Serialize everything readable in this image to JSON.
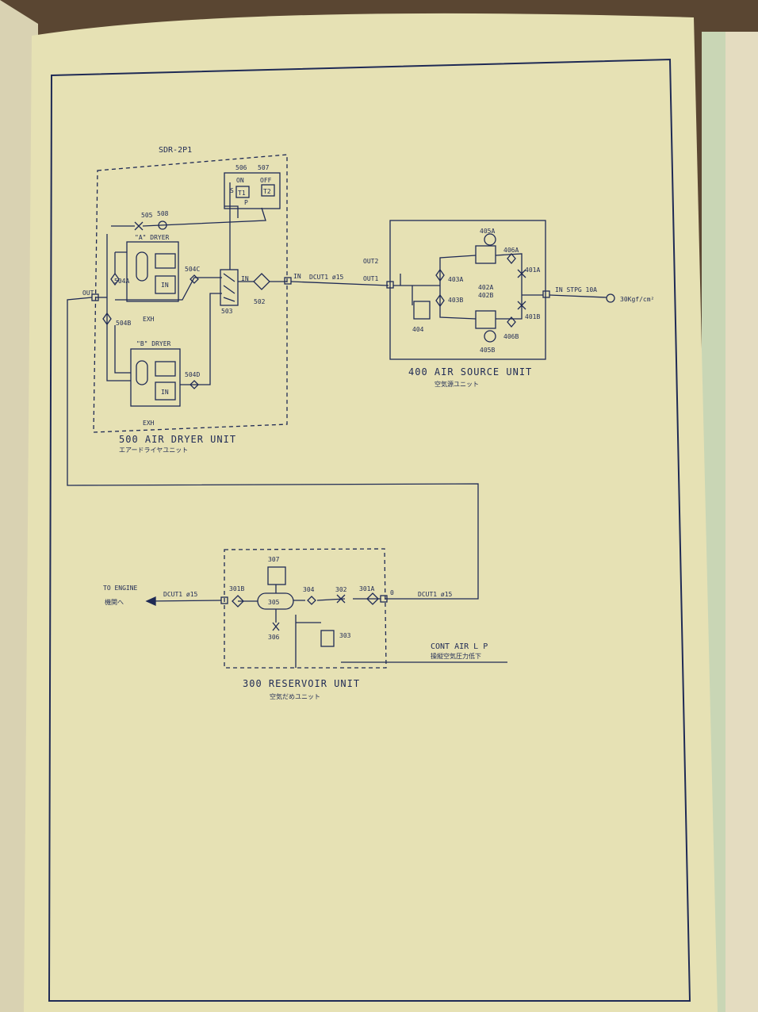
{
  "colors": {
    "ink": "#1f2a55",
    "paper": "#e6e1b4",
    "page_edge": "#cfc58d"
  },
  "diagram": {
    "dryer_unit": {
      "model": "SDR-2P1",
      "title": "500 AIR DRYER UNIT",
      "subtitle": "エアードライヤユニット",
      "dryer_a": "\"A\" DRYER",
      "dryer_b": "\"B\" DRYER",
      "exh": "EXH",
      "in": "IN",
      "out": "OUT",
      "on": "ON",
      "off": "OFF",
      "t1": "T1",
      "t2": "T2",
      "s": "S",
      "p": "P",
      "tags": {
        "t505": "505",
        "t508": "508",
        "t506": "506",
        "t507": "507",
        "t504a": "504A",
        "t504b": "504B",
        "t504c": "504C",
        "t504d": "504D",
        "t503": "503",
        "t502": "502"
      }
    },
    "pipe_label": "DCUT1 ø15",
    "source_unit": {
      "title": "400 AIR SOURCE UNIT",
      "subtitle": "空気源ユニット",
      "out1": "OUT1",
      "out2": "OUT2",
      "in_label": "IN STPG 10A",
      "pressure": "30Kgf/cm²",
      "tags": {
        "t403a": "403A",
        "t403b": "403B",
        "t404": "404",
        "t405a": "405A",
        "t405b": "405B",
        "t406a": "406A",
        "t406b": "406B",
        "t401a": "401A",
        "t401b": "401B",
        "t402a": "402A",
        "t402b": "402B"
      }
    },
    "reservoir_unit": {
      "title": "300 RESERVOIR UNIT",
      "subtitle": "空気だめユニット",
      "to_engine": "TO ENGINE",
      "to_engine_jp": "機関へ",
      "cont_air": "CONT AIR L P",
      "cont_air_jp": "操縦空気圧力低下",
      "zero": "0",
      "tags": {
        "t301a": "301A",
        "t301b": "301B",
        "t302": "302",
        "t303": "303",
        "t304": "304",
        "t305": "305",
        "t306": "306",
        "t307": "307"
      }
    }
  }
}
